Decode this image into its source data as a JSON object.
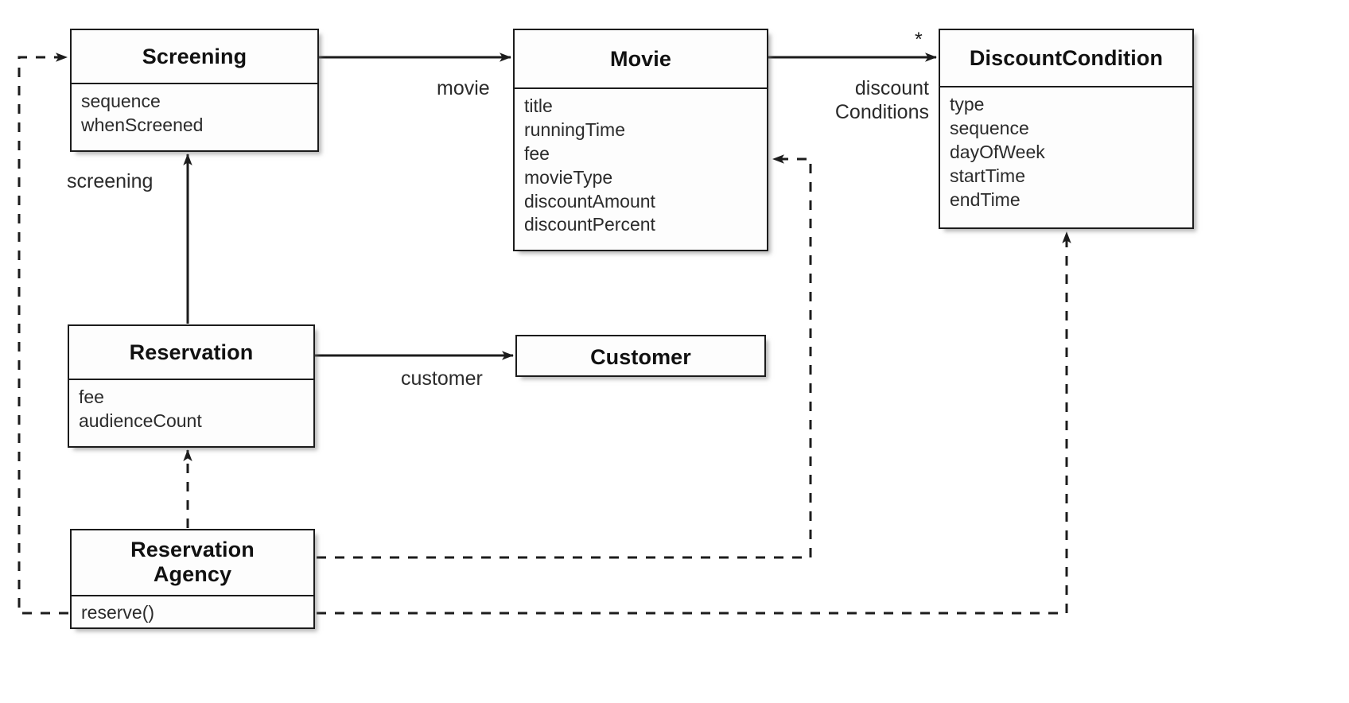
{
  "diagram": {
    "kind": "uml-class-diagram",
    "colors": {
      "line": "#1c1c1c",
      "box_fill": "#fdfdfd",
      "box_border": "#1c1c1c",
      "title_text": "#111111",
      "attr_text": "#2b2b2b",
      "label_text": "#2b2b2b"
    }
  },
  "classes": {
    "screening": {
      "name": "Screening",
      "attributes": [
        "sequence",
        "whenScreened"
      ],
      "operations": []
    },
    "movie": {
      "name": "Movie",
      "attributes": [
        "title",
        "runningTime",
        "fee",
        "movieType",
        "discountAmount",
        "discountPercent"
      ],
      "operations": []
    },
    "discount_condition": {
      "name": "DiscountCondition",
      "attributes": [
        "type",
        "sequence",
        "dayOfWeek",
        "startTime",
        "endTime"
      ],
      "operations": []
    },
    "reservation": {
      "name": "Reservation",
      "attributes": [
        "fee",
        "audienceCount"
      ],
      "operations": []
    },
    "customer": {
      "name": "Customer",
      "attributes": [],
      "operations": []
    },
    "reservation_agency": {
      "name_line1": "Reservation",
      "name_line2": "Agency",
      "attributes": [],
      "operations": [
        "reserve()"
      ]
    }
  },
  "edge_labels": {
    "movie": "movie",
    "discount_conditions_line1": "discount",
    "discount_conditions_line2": "Conditions",
    "discount_conditions_multiplicity": "*",
    "screening": "screening",
    "customer": "customer"
  },
  "relations": [
    {
      "id": "screening-movie",
      "from": "Screening",
      "to": "Movie",
      "type": "association",
      "label": "movie"
    },
    {
      "id": "movie-discountcondition",
      "from": "Movie",
      "to": "DiscountCondition",
      "type": "association",
      "label": "discountConditions",
      "multiplicity": "*"
    },
    {
      "id": "reservation-screening",
      "from": "Reservation",
      "to": "Screening",
      "type": "association",
      "label": "screening"
    },
    {
      "id": "reservation-customer",
      "from": "Reservation",
      "to": "Customer",
      "type": "association",
      "label": "customer"
    },
    {
      "id": "agency-reservation",
      "from": "ReservationAgency",
      "to": "Reservation",
      "type": "dependency",
      "label": ""
    },
    {
      "id": "agency-movie",
      "from": "ReservationAgency",
      "to": "Movie",
      "type": "dependency",
      "label": ""
    },
    {
      "id": "agency-screening",
      "from": "ReservationAgency",
      "to": "Screening",
      "type": "dependency",
      "label": ""
    },
    {
      "id": "agency-discountcondition",
      "from": "ReservationAgency",
      "to": "DiscountCondition",
      "type": "dependency",
      "label": ""
    }
  ]
}
